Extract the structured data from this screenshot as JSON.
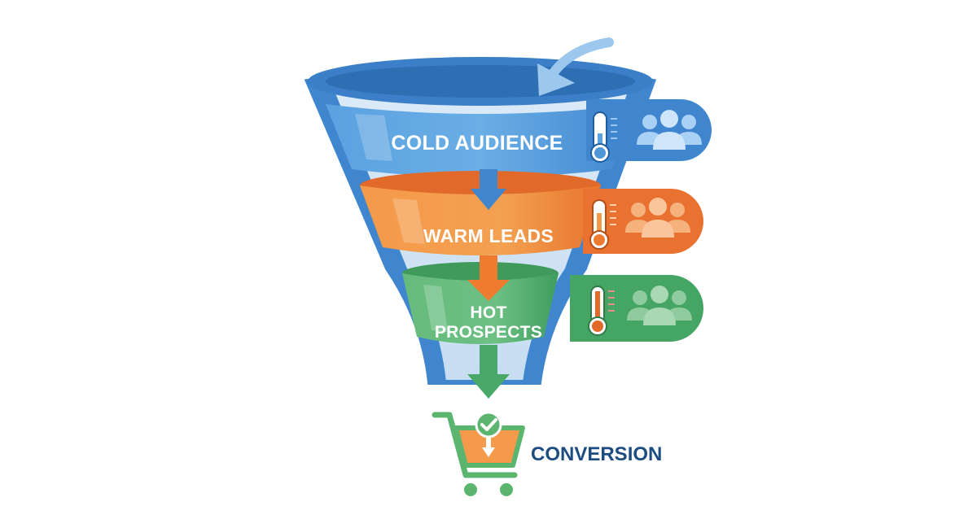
{
  "stages": [
    {
      "label": "COLD AUDIENCE",
      "color": "#4f97d6",
      "icon": "thermometer-cold-icon"
    },
    {
      "label": "WARM LEADS",
      "color": "#ee7b30",
      "icon": "thermometer-warm-icon"
    },
    {
      "label": "HOT",
      "label2": "PROSPECTS",
      "color": "#48a868",
      "icon": "thermometer-hot-icon"
    }
  ],
  "conversion": {
    "label": "CONVERSION",
    "color": "#1d4d80",
    "icon": "shopping-cart-check-icon"
  },
  "colors": {
    "funnel_blue": "#3f86cf",
    "funnel_blue_dark": "#2c6db5",
    "orange": "#ee7b30",
    "green": "#4aa86a",
    "cart_green": "#5cb56f"
  }
}
